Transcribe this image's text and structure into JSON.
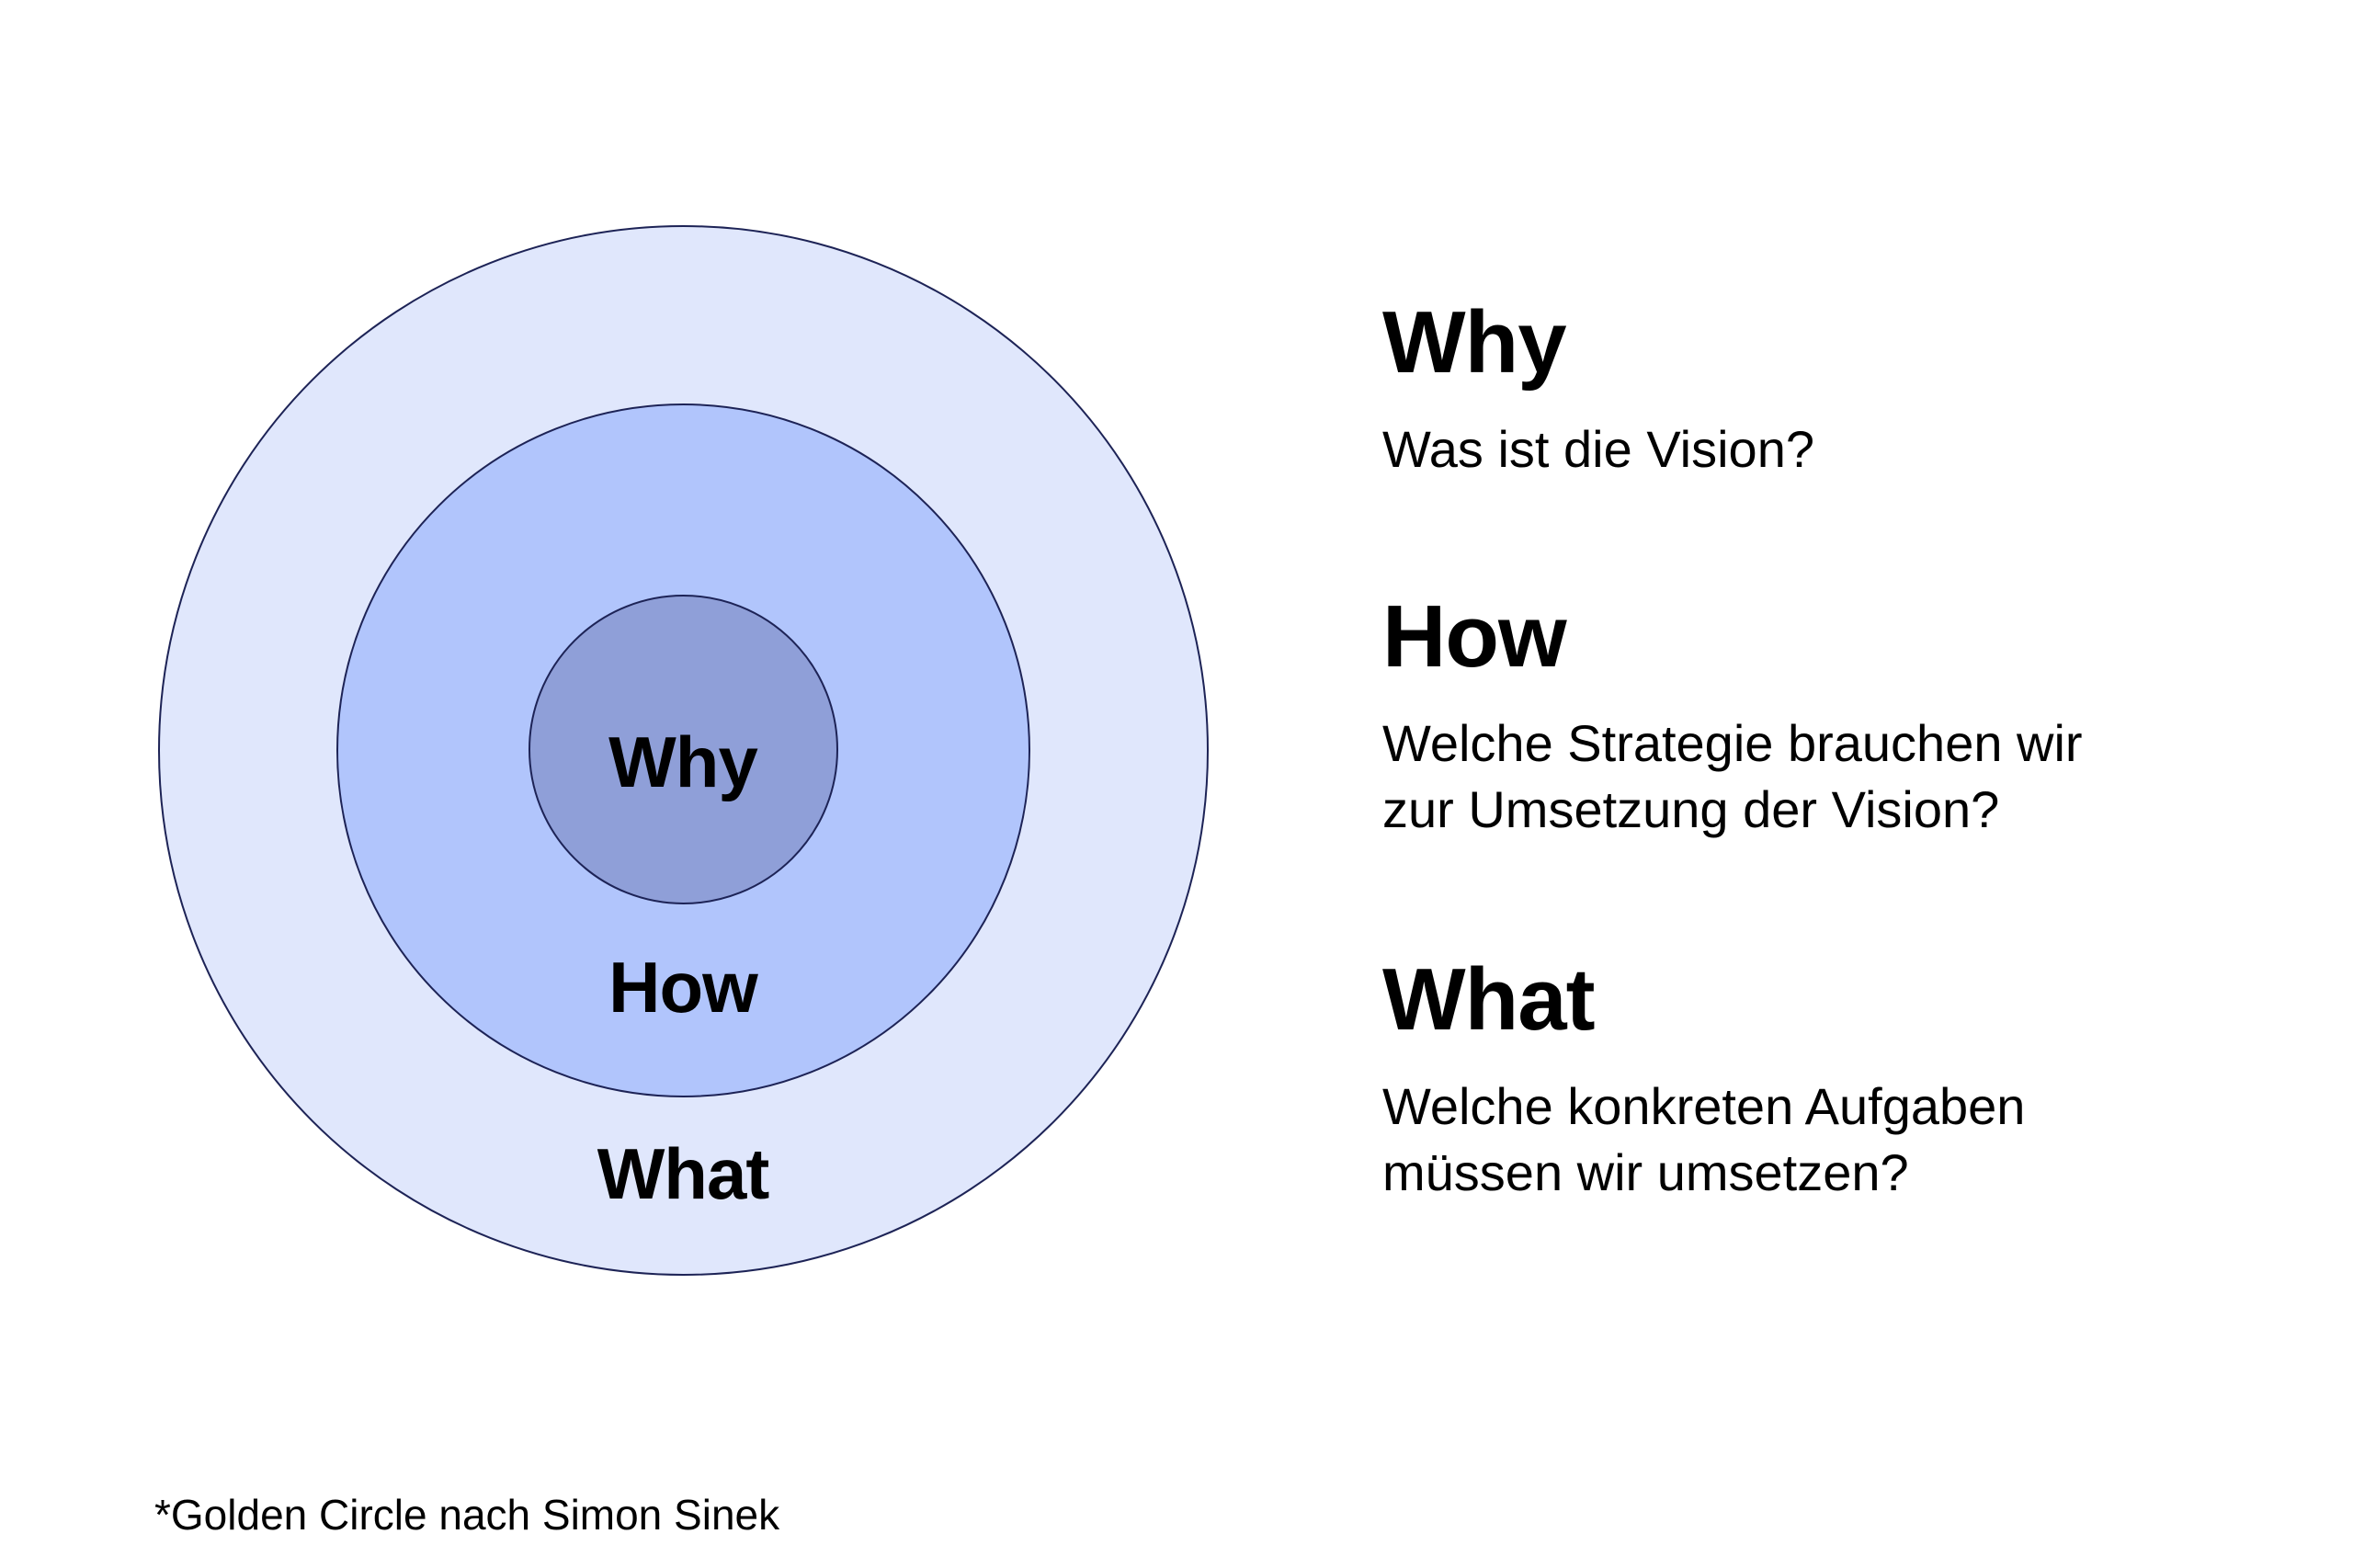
{
  "colors": {
    "outer_ring": "#e0e7fc",
    "middle_ring": "#b1c5fc",
    "inner_circle": "#8f9fd8",
    "ring_border": "#1d2356",
    "text": "#000000"
  },
  "diagram": {
    "inner_label": "Why",
    "middle_label": "How",
    "outer_label": "What"
  },
  "legend": [
    {
      "heading": "Why",
      "lines": [
        "Was ist die Vision?"
      ]
    },
    {
      "heading": "How",
      "lines": [
        "Welche Strategie brauchen wir",
        "zur Umsetzung der Vision?"
      ]
    },
    {
      "heading": "What",
      "lines": [
        "Welche konkreten Aufgaben",
        "müssen wir umsetzen?"
      ]
    }
  ],
  "footnote": "*Golden Circle nach Simon Sinek"
}
